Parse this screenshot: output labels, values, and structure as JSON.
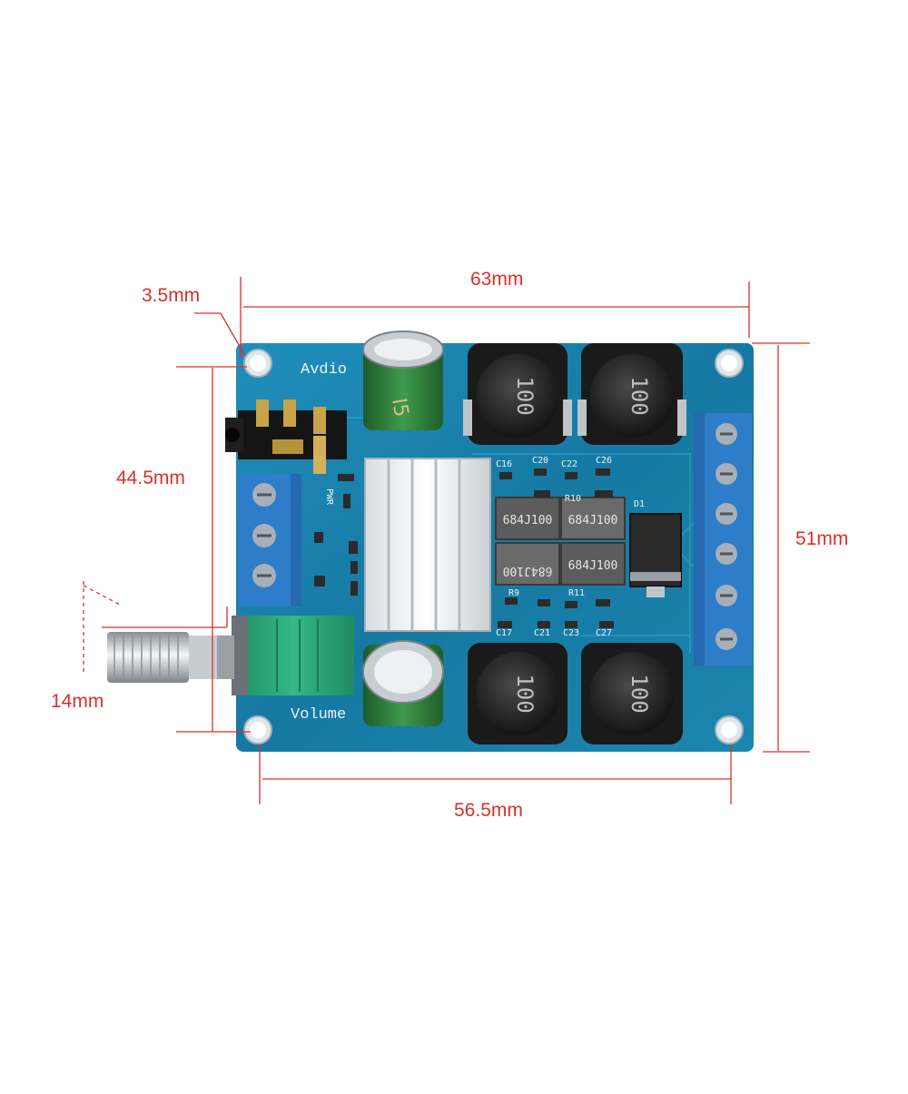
{
  "dimensions": {
    "width_top": "63mm",
    "hole_inset": "3.5mm",
    "height_left": "44.5mm",
    "height_right": "51mm",
    "shaft_length": "14mm",
    "hole_spacing": "56.5mm"
  },
  "board": {
    "audio_label": "Avdio",
    "volume_label": "Volume",
    "pwr_label": "PWR",
    "d1_label": "D1",
    "inductor_top_left": "100",
    "inductor_top_right": "100",
    "inductor_bottom_left": "100",
    "inductor_bottom_right": "100",
    "choke_1": "684J100",
    "choke_2": "684J100",
    "choke_3": "684J100",
    "choke_4": "684J100",
    "cap_labels": [
      "C16",
      "C20",
      "C22",
      "C26",
      "C17",
      "C21",
      "C23",
      "C27"
    ],
    "res_labels": [
      "R9",
      "R11",
      "R10"
    ]
  },
  "colors": {
    "dimension": "#d9302a",
    "pcb": "#1a7fa8",
    "terminal": "#2e7dc9",
    "pot_body": "#2aa87a"
  }
}
